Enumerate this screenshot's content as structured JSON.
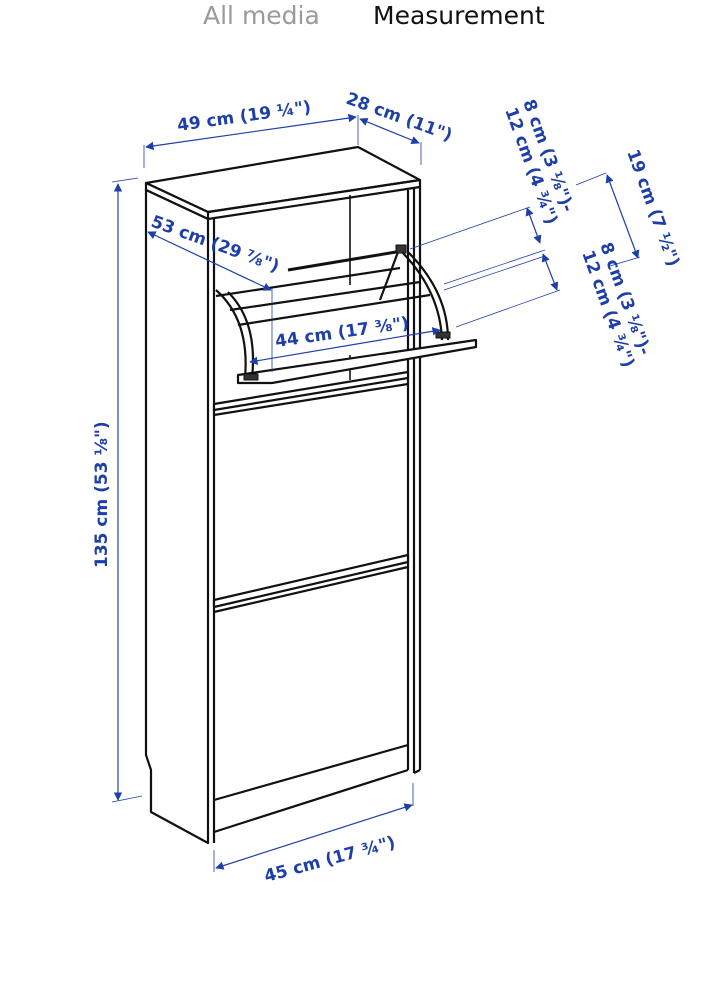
{
  "tabs": [
    {
      "label": "All media",
      "active": false
    },
    {
      "label": "Measurement",
      "active": true
    }
  ],
  "diagram": {
    "subject": "Shoe cabinet with 2 compartments (top compartment shown open)",
    "dimension_color": "#1e3fa8",
    "line_color": "#111111",
    "dimensions": {
      "width_top": "49 cm (19 ¼\")",
      "depth_top": "28 cm (11\")",
      "height_total": "135 cm (53 ⅛\")",
      "open_depth": "53 cm (29 ⅞\")",
      "inner_width": "44 cm (17 ⅜\")",
      "shoe_height_upper": "8 cm (3 ⅛\")-",
      "shoe_height_upper_2": "12 cm (4 ¾\")",
      "shoe_height_lower": "8 cm (3 ⅛\")-",
      "shoe_height_lower_2": "12 cm (4 ¾\")",
      "compartment_height": "19 cm (7 ½\")",
      "width_bottom": "45 cm (17 ¾\")"
    }
  }
}
